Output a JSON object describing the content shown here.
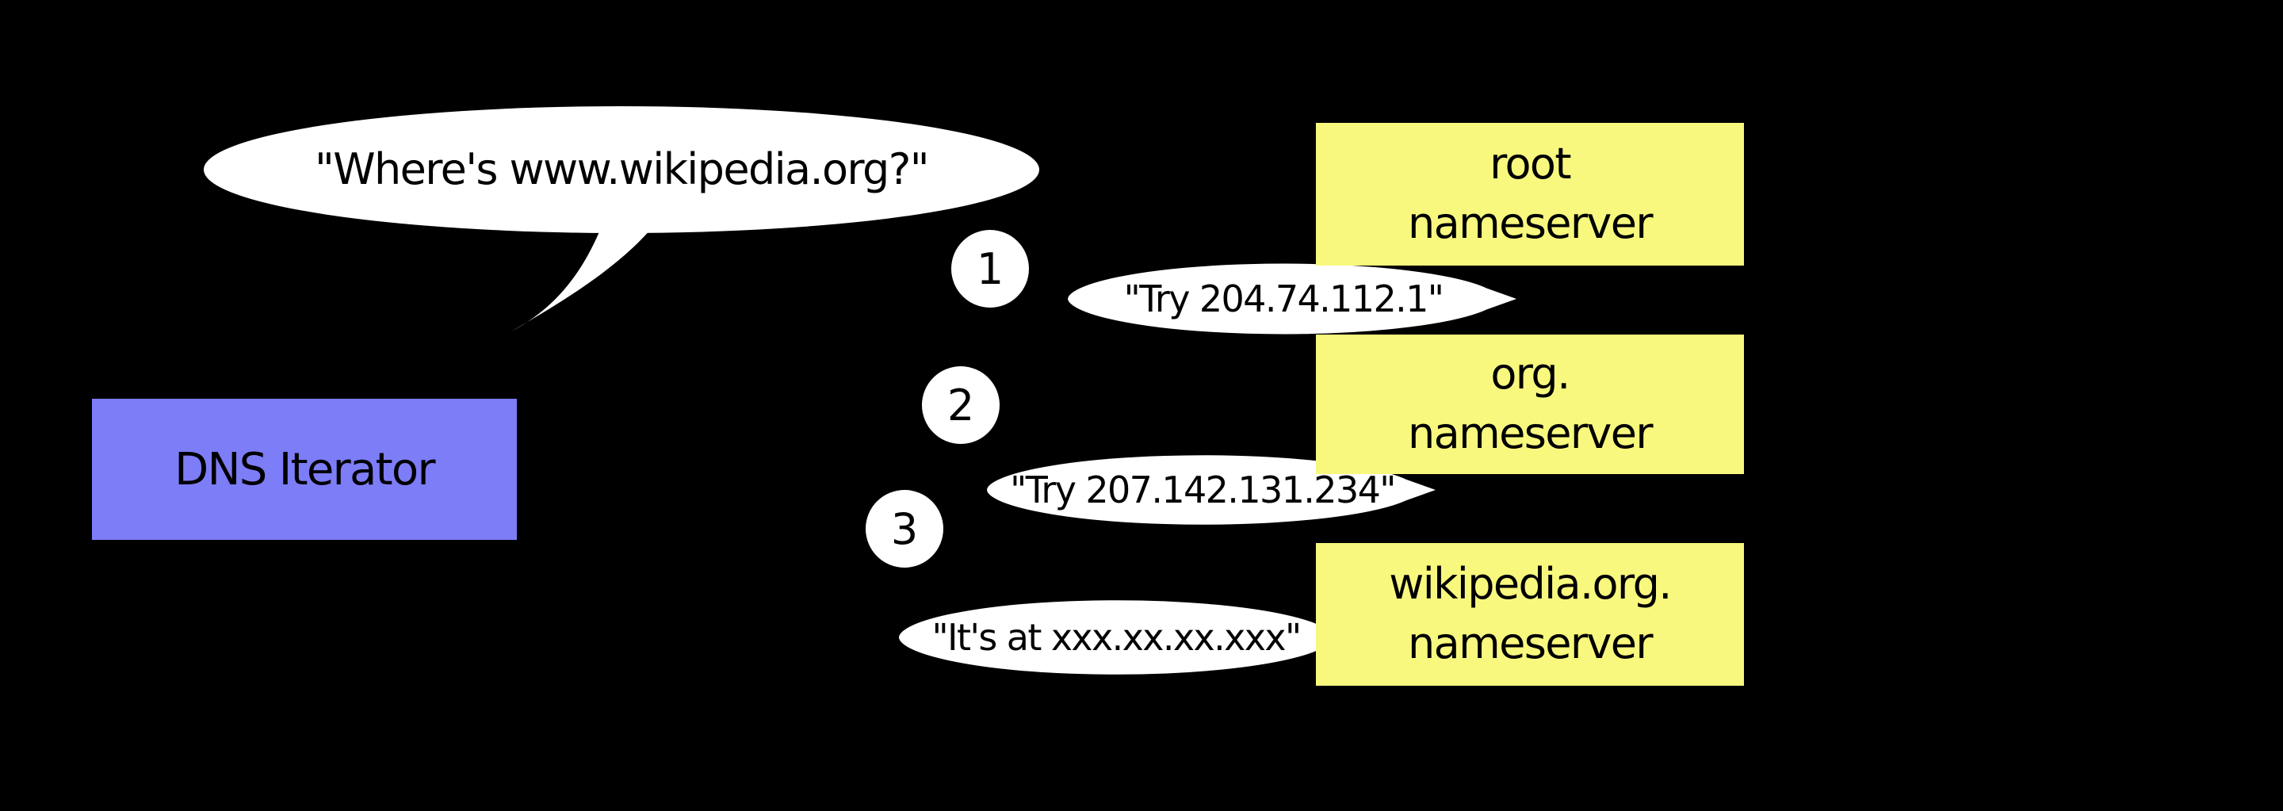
{
  "colors": {
    "background": "#000000",
    "iterator_box": "#7d7df8",
    "nameserver_box": "#f8f87e",
    "bubble_fill": "#ffffff",
    "bubble_stroke": "#000000",
    "text": "#000000"
  },
  "iterator": {
    "label": "DNS Iterator"
  },
  "query_bubble": {
    "text": "\"Where's www.wikipedia.org?\""
  },
  "steps": [
    {
      "number": "1",
      "response": "\"Try 204.74.112.1\"",
      "nameserver_line1": "root",
      "nameserver_line2": "nameserver"
    },
    {
      "number": "2",
      "response": "\"Try 207.142.131.234\"",
      "nameserver_line1": "org.",
      "nameserver_line2": "nameserver"
    },
    {
      "number": "3",
      "response": "\"It's at xxx.xx.xx.xxx\"",
      "nameserver_line1": "wikipedia.org.",
      "nameserver_line2": "nameserver"
    }
  ]
}
